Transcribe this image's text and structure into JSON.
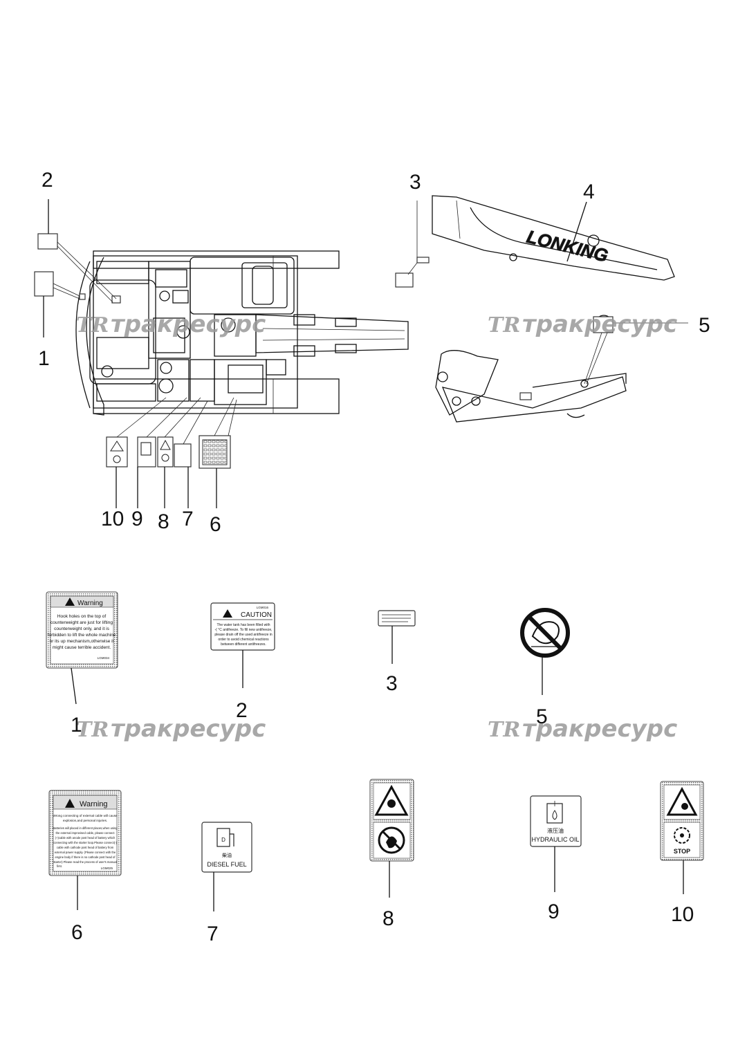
{
  "callouts": [
    "1",
    "2",
    "3",
    "4",
    "5",
    "6",
    "7",
    "8",
    "9",
    "10"
  ],
  "watermark": {
    "logo": "TR",
    "text": "тракресурс"
  },
  "boom_brand": "LONKING",
  "labels": {
    "warning1": {
      "title": "Warning",
      "lines": [
        "Hook holes on the top of",
        "counterweight are just for lifting",
        "counterweight only, and it is",
        "forbidden to lift the whole machine",
        "or its up mechanism,otherwise it",
        "might cause terrible accident."
      ],
      "code": "LGM034"
    },
    "caution2": {
      "title": "CAUTION",
      "code": "LGM016",
      "lines": [
        "The water tank has been filled with",
        "-( °C antifreeze. To fill new antifreeze,",
        "please drain off the used antifreeze in",
        "order to avoid chemical reactions",
        "between different antifreezes."
      ]
    },
    "warning6": {
      "title": "Warning",
      "lines": [
        "Wrong connecting of external cable will cause",
        "explosion,and personal injuries.",
        "Batteries will placed in different places,when using",
        "the external improvised cable, please connect",
        "(+)cable with anode post head of battery which",
        "connecting with the starter loop.Please connect(-)",
        "cable with cathode post head of battery from",
        "external power supply. (Please connect with the",
        "engine body if there is no cathode post head of",
        "starter) Please read the process of user's manual",
        "first."
      ],
      "code": "LGM025"
    },
    "diesel7": {
      "cn": "柴油",
      "en": "DIESEL FUEL"
    },
    "hydraulic9": {
      "cn": "液压油",
      "en": "HYDRAULIC OIL"
    },
    "stop10": {
      "text": "STOP"
    }
  }
}
